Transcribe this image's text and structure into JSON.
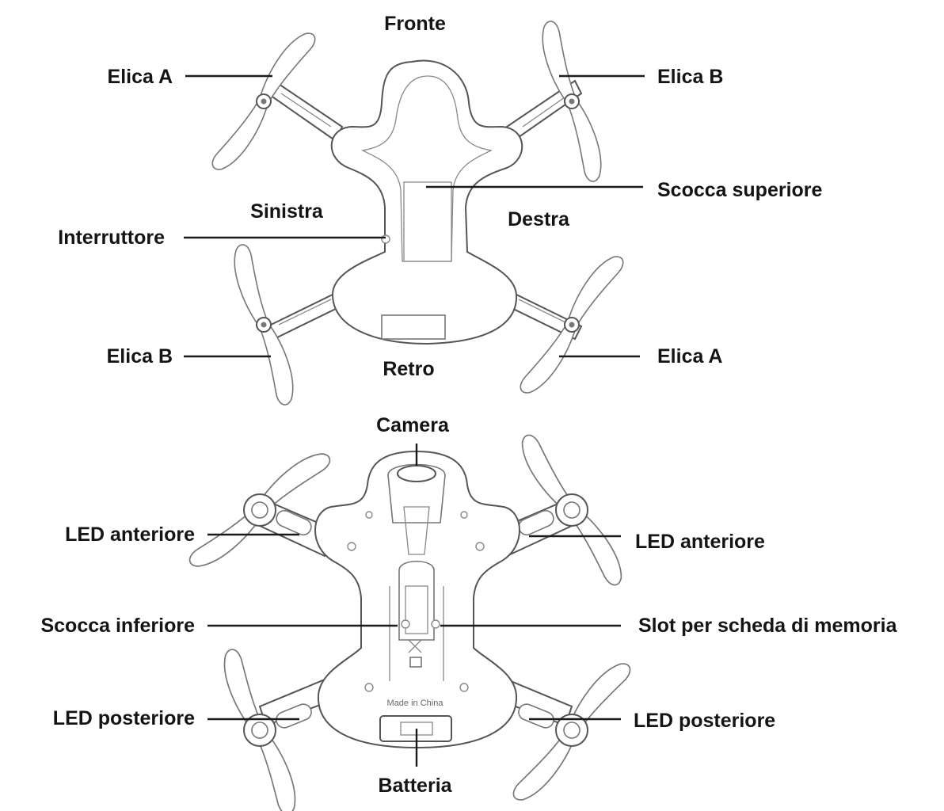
{
  "top_view": {
    "front": "Fronte",
    "back": "Retro",
    "left": "Sinistra",
    "right": "Destra",
    "propeller_top_left": "Elica A",
    "propeller_top_right": "Elica B",
    "propeller_bottom_left": "Elica B",
    "propeller_bottom_right": "Elica A",
    "top_shell": "Scocca superiore",
    "power_switch": "Interruttore"
  },
  "bottom_view": {
    "camera": "Camera",
    "front_led_left": "LED anteriore",
    "front_led_right": "LED anteriore",
    "bottom_shell": "Scocca inferiore",
    "memory_card_slot": "Slot per scheda di memoria",
    "rear_led_left": "LED posteriore",
    "rear_led_right": "LED posteriore",
    "battery": "Batteria",
    "made_in": "Made in China"
  },
  "colors": {
    "text": "#141414",
    "outline": "#555555",
    "background": "#ffffff"
  }
}
